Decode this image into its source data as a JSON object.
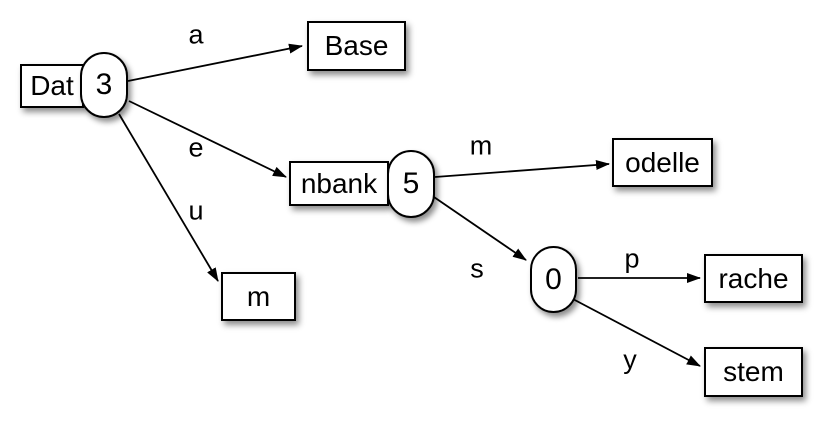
{
  "diagram": {
    "kind": "radix-tree-graph",
    "colors": {
      "background": "#ffffff",
      "node_fill": "#ffffff",
      "stroke": "#000000",
      "text": "#000000"
    },
    "nodes": [
      {
        "id": "dat",
        "shape": "rect",
        "label": "Dat"
      },
      {
        "id": "n3",
        "shape": "ellipse",
        "label": "3"
      },
      {
        "id": "base",
        "shape": "rect",
        "label": "Base"
      },
      {
        "id": "nbank",
        "shape": "rect",
        "label": "nbank"
      },
      {
        "id": "n5",
        "shape": "ellipse",
        "label": "5"
      },
      {
        "id": "m",
        "shape": "rect",
        "label": "m"
      },
      {
        "id": "odelle",
        "shape": "rect",
        "label": "odelle"
      },
      {
        "id": "n0",
        "shape": "ellipse",
        "label": "0"
      },
      {
        "id": "rache",
        "shape": "rect",
        "label": "rache"
      },
      {
        "id": "stem",
        "shape": "rect",
        "label": "stem"
      }
    ],
    "edges": [
      {
        "from": "3",
        "to": "Base",
        "label": "a"
      },
      {
        "from": "3",
        "to": "nbank",
        "label": "e"
      },
      {
        "from": "3",
        "to": "m",
        "label": "u"
      },
      {
        "from": "5",
        "to": "odelle",
        "label": "m"
      },
      {
        "from": "5",
        "to": "0",
        "label": "s"
      },
      {
        "from": "0",
        "to": "rache",
        "label": "p"
      },
      {
        "from": "0",
        "to": "stem",
        "label": "y"
      }
    ]
  }
}
